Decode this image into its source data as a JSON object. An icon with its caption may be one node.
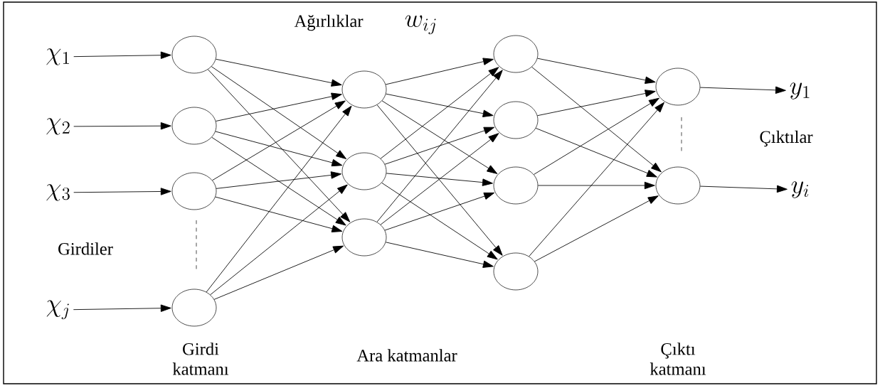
{
  "diagram": {
    "nodes": [
      {
        "text": [
          "\\chi_{1}"
        ]
      },
      {
        "text": [
          "\\chi_{2}"
        ]
      },
      {
        "text": [
          "\\chi_{3}"
        ]
      },
      {
        "text": [
          "\\chi_{j}"
        ]
      },
      {
        "text": [],
        "shape": "circle"
      },
      {
        "text": [],
        "shape": "circle"
      },
      {
        "text": [],
        "shape": "circle"
      },
      {
        "text": [],
        "shape": "circle"
      },
      {
        "text": [],
        "shape": "circle"
      },
      {
        "text": [],
        "shape": "circle"
      },
      {
        "text": [],
        "shape": "circle"
      },
      {
        "text": [],
        "shape": "circle"
      },
      {
        "text": [],
        "shape": "circle"
      },
      {
        "text": [],
        "shape": "circle"
      },
      {
        "text": [],
        "shape": "circle"
      },
      {
        "text": [],
        "shape": "circle"
      },
      {
        "text": [],
        "shape": "circle"
      },
      {
        "text": [
          "y_{1}"
        ]
      },
      {
        "text": [
          "y_{i}"
        ]
      }
    ],
    "edges": [
      {
        "from": 0,
        "to": 4,
        "arrow": "to"
      },
      {
        "from": 1,
        "to": 5,
        "arrow": "to"
      },
      {
        "from": 2,
        "to": 6,
        "arrow": "to"
      },
      {
        "from": 3,
        "to": 7,
        "arrow": "to"
      },
      {
        "from": 4,
        "to": 8,
        "arrow": "to"
      },
      {
        "from": 4,
        "to": 9,
        "arrow": "to"
      },
      {
        "from": 4,
        "to": 10,
        "arrow": "to"
      },
      {
        "from": 5,
        "to": 8,
        "arrow": "to"
      },
      {
        "from": 5,
        "to": 9,
        "arrow": "to"
      },
      {
        "from": 5,
        "to": 10,
        "arrow": "to"
      },
      {
        "from": 6,
        "to": 8,
        "arrow": "to"
      },
      {
        "from": 6,
        "to": 9,
        "arrow": "to"
      },
      {
        "from": 6,
        "to": 10,
        "arrow": "to"
      },
      {
        "from": 7,
        "to": 8,
        "arrow": "to"
      },
      {
        "from": 7,
        "to": 9,
        "arrow": "to"
      },
      {
        "from": 7,
        "to": 10,
        "arrow": "to"
      },
      {
        "from": 8,
        "to": 11,
        "arrow": "to"
      },
      {
        "from": 8,
        "to": 12,
        "arrow": "to"
      },
      {
        "from": 8,
        "to": 13,
        "arrow": "to"
      },
      {
        "from": 8,
        "to": 14,
        "arrow": "to"
      },
      {
        "from": 9,
        "to": 11,
        "arrow": "to"
      },
      {
        "from": 9,
        "to": 12,
        "arrow": "to"
      },
      {
        "from": 9,
        "to": 13,
        "arrow": "to"
      },
      {
        "from": 9,
        "to": 14,
        "arrow": "to"
      },
      {
        "from": 10,
        "to": 11,
        "arrow": "to"
      },
      {
        "from": 10,
        "to": 12,
        "arrow": "to"
      },
      {
        "from": 10,
        "to": 13,
        "arrow": "to"
      },
      {
        "from": 10,
        "to": 14,
        "arrow": "to"
      },
      {
        "from": 11,
        "to": 15,
        "arrow": "to"
      },
      {
        "from": 11,
        "to": 16,
        "arrow": "to"
      },
      {
        "from": 12,
        "to": 15,
        "arrow": "to"
      },
      {
        "from": 12,
        "to": 16,
        "arrow": "to"
      },
      {
        "from": 13,
        "to": 15,
        "arrow": "to"
      },
      {
        "from": 13,
        "to": 16,
        "arrow": "to"
      },
      {
        "from": 14,
        "to": 15,
        "arrow": "to"
      },
      {
        "from": 14,
        "to": 16,
        "arrow": "to"
      },
      {
        "from": 15,
        "to": 17,
        "arrow": "to"
      },
      {
        "from": 16,
        "to": 18,
        "arrow": "to"
      }
    ],
    "labels": [
      "Ağırlıklar",
      "w_{ij}",
      "Girdiler",
      "Girdi katmanı",
      "Ara katmanlar",
      "Çıktı katmanı",
      "Çıktılar"
    ]
  }
}
